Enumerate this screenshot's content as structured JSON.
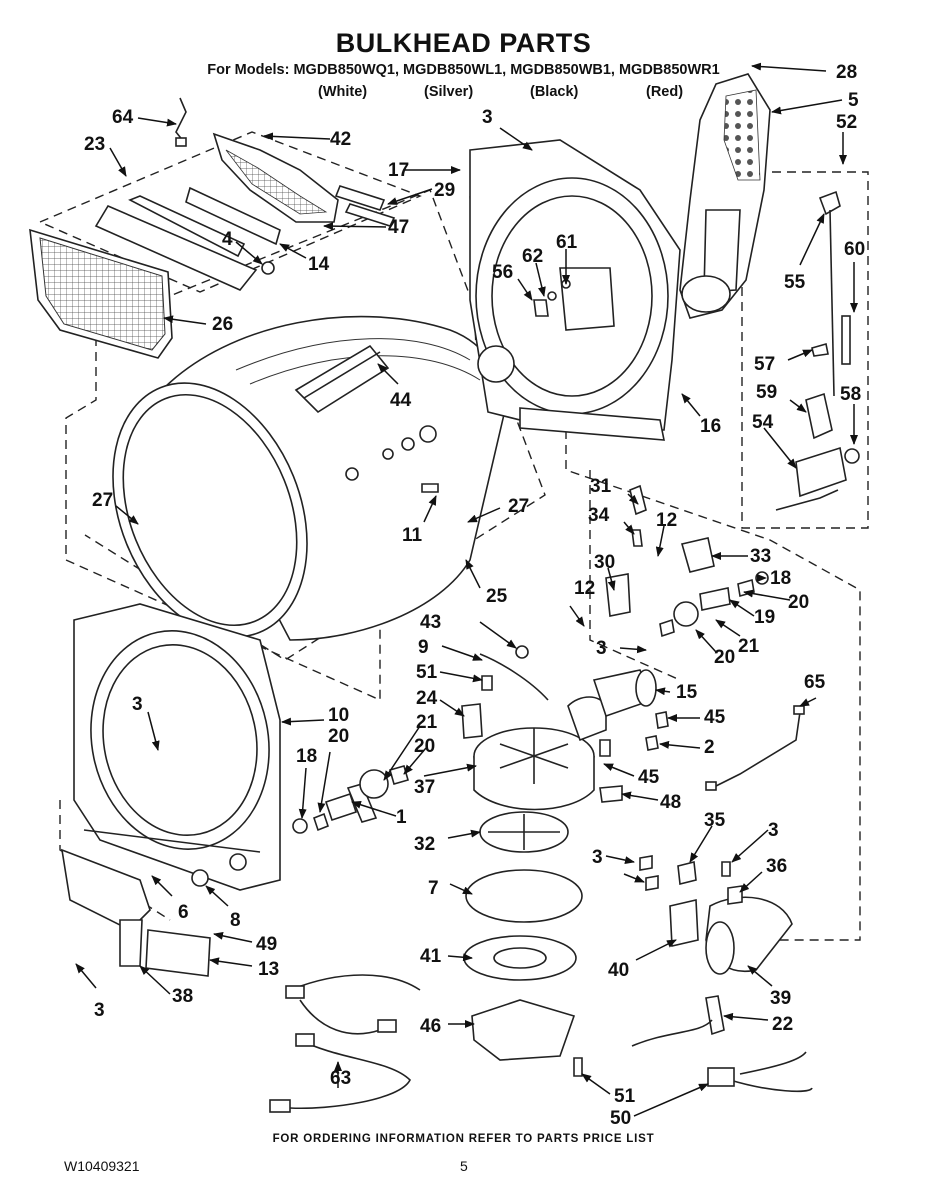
{
  "header": {
    "title": "BULKHEAD PARTS",
    "models_line": "For Models: MGDB850WQ1, MGDB850WL1, MGDB850WB1, MGDB850WR1",
    "color_labels": [
      "(White)",
      "(Silver)",
      "(Black)",
      "(Red)"
    ]
  },
  "footer": {
    "ordering_note": "FOR ORDERING INFORMATION REFER TO PARTS PRICE LIST",
    "doc_number": "W10409321",
    "page_number": "5"
  },
  "callouts": [
    {
      "id": "c-28",
      "text": "28"
    },
    {
      "id": "c-5",
      "text": "5"
    },
    {
      "id": "c-52",
      "text": "52"
    },
    {
      "id": "c-64",
      "text": "64"
    },
    {
      "id": "c-42",
      "text": "42"
    },
    {
      "id": "c-23",
      "text": "23"
    },
    {
      "id": "c-3a",
      "text": "3"
    },
    {
      "id": "c-17",
      "text": "17"
    },
    {
      "id": "c-29",
      "text": "29"
    },
    {
      "id": "c-47",
      "text": "47"
    },
    {
      "id": "c-4",
      "text": "4"
    },
    {
      "id": "c-14",
      "text": "14"
    },
    {
      "id": "c-62",
      "text": "62"
    },
    {
      "id": "c-61",
      "text": "61"
    },
    {
      "id": "c-56",
      "text": "56"
    },
    {
      "id": "c-55",
      "text": "55"
    },
    {
      "id": "c-60",
      "text": "60"
    },
    {
      "id": "c-26",
      "text": "26"
    },
    {
      "id": "c-57",
      "text": "57"
    },
    {
      "id": "c-44",
      "text": "44"
    },
    {
      "id": "c-59",
      "text": "59"
    },
    {
      "id": "c-58",
      "text": "58"
    },
    {
      "id": "c-54",
      "text": "54"
    },
    {
      "id": "c-16",
      "text": "16"
    },
    {
      "id": "c-27a",
      "text": "27"
    },
    {
      "id": "c-27b",
      "text": "27"
    },
    {
      "id": "c-11",
      "text": "11"
    },
    {
      "id": "c-31",
      "text": "31"
    },
    {
      "id": "c-34",
      "text": "34"
    },
    {
      "id": "c-12a",
      "text": "12"
    },
    {
      "id": "c-33",
      "text": "33"
    },
    {
      "id": "c-30",
      "text": "30"
    },
    {
      "id": "c-18a",
      "text": "18"
    },
    {
      "id": "c-20a",
      "text": "20"
    },
    {
      "id": "c-25",
      "text": "25"
    },
    {
      "id": "c-12b",
      "text": "12"
    },
    {
      "id": "c-19",
      "text": "19"
    },
    {
      "id": "c-43",
      "text": "43"
    },
    {
      "id": "c-3b",
      "text": "3"
    },
    {
      "id": "c-21a",
      "text": "21"
    },
    {
      "id": "c-20b",
      "text": "20"
    },
    {
      "id": "c-9",
      "text": "9"
    },
    {
      "id": "c-51a",
      "text": "51"
    },
    {
      "id": "c-15",
      "text": "15"
    },
    {
      "id": "c-65",
      "text": "65"
    },
    {
      "id": "c-24",
      "text": "24"
    },
    {
      "id": "c-45a",
      "text": "45"
    },
    {
      "id": "c-2",
      "text": "2"
    },
    {
      "id": "c-3c",
      "text": "3"
    },
    {
      "id": "c-10",
      "text": "10"
    },
    {
      "id": "c-21b",
      "text": "21"
    },
    {
      "id": "c-20c",
      "text": "20"
    },
    {
      "id": "c-20d",
      "text": "20"
    },
    {
      "id": "c-18b",
      "text": "18"
    },
    {
      "id": "c-37",
      "text": "37"
    },
    {
      "id": "c-45b",
      "text": "45"
    },
    {
      "id": "c-48",
      "text": "48"
    },
    {
      "id": "c-1",
      "text": "1"
    },
    {
      "id": "c-35",
      "text": "35"
    },
    {
      "id": "c-3d",
      "text": "3"
    },
    {
      "id": "c-32",
      "text": "32"
    },
    {
      "id": "c-3e",
      "text": "3"
    },
    {
      "id": "c-36",
      "text": "36"
    },
    {
      "id": "c-6",
      "text": "6"
    },
    {
      "id": "c-8",
      "text": "8"
    },
    {
      "id": "c-7",
      "text": "7"
    },
    {
      "id": "c-49",
      "text": "49"
    },
    {
      "id": "c-41",
      "text": "41"
    },
    {
      "id": "c-40",
      "text": "40"
    },
    {
      "id": "c-13",
      "text": "13"
    },
    {
      "id": "c-38",
      "text": "38"
    },
    {
      "id": "c-39",
      "text": "39"
    },
    {
      "id": "c-3f",
      "text": "3"
    },
    {
      "id": "c-46",
      "text": "46"
    },
    {
      "id": "c-22",
      "text": "22"
    },
    {
      "id": "c-63",
      "text": "63"
    },
    {
      "id": "c-51b",
      "text": "51"
    },
    {
      "id": "c-50",
      "text": "50"
    }
  ]
}
